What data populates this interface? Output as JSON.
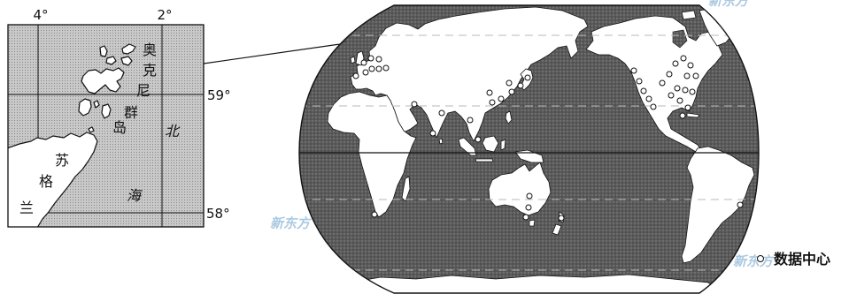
{
  "inset": {
    "longitude_labels": [
      "4°",
      "2°"
    ],
    "latitude_labels": [
      "59°",
      "58°"
    ],
    "islands_label": [
      "奥",
      "克",
      "尼",
      "群",
      "岛"
    ],
    "land_label": [
      "苏",
      "格",
      "兰"
    ],
    "sea_label": [
      "北",
      "海"
    ]
  },
  "legend": {
    "marker_icon": "open-circle-icon",
    "label": "数据中心"
  },
  "watermarks": [
    "新东方",
    "新东方",
    "新东方"
  ],
  "colors": {
    "land": "#ffffff",
    "inset_sea": "#c9c9c9",
    "world_ocean": "#5a5a5a",
    "outline": "#111111",
    "watermark": "#8fb8d8"
  }
}
